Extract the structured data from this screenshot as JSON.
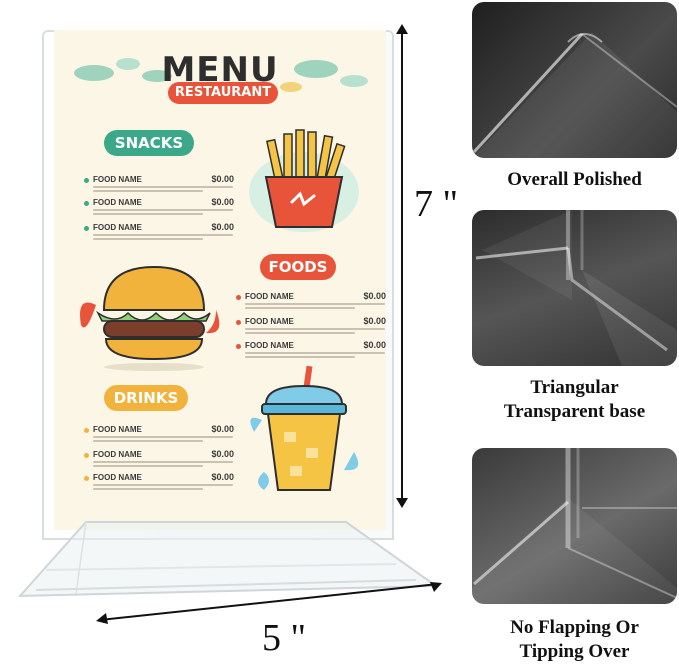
{
  "menu": {
    "title": "MENU",
    "subtitle": "RESTAURANT",
    "sections": [
      {
        "label": "SNACKS",
        "color": "#3aa889"
      },
      {
        "label": "FOODS",
        "color": "#e8543a"
      },
      {
        "label": "DRINKS",
        "color": "#f2b33d"
      }
    ],
    "snacks_items": [
      {
        "name": "FOOD NAME",
        "price": "$0.00"
      },
      {
        "name": "FOOD NAME",
        "price": "$0.00"
      },
      {
        "name": "FOOD NAME",
        "price": "$0.00"
      }
    ],
    "foods_items": [
      {
        "name": "FOOD NAME",
        "price": "$0.00"
      },
      {
        "name": "FOOD NAME",
        "price": "$0.00"
      },
      {
        "name": "FOOD NAME",
        "price": "$0.00"
      }
    ],
    "drinks_items": [
      {
        "name": "FOOD NAME",
        "price": "$0.00"
      },
      {
        "name": "FOOD NAME",
        "price": "$0.00"
      },
      {
        "name": "FOOD NAME",
        "price": "$0.00"
      }
    ]
  },
  "dimensions": {
    "height": "7 \"",
    "width": "5 \""
  },
  "features": [
    {
      "caption_line1": "Overall Polished",
      "caption_line2": ""
    },
    {
      "caption_line1": "Triangular",
      "caption_line2": "Transparent base"
    },
    {
      "caption_line1": "No Flapping Or",
      "caption_line2": "Tipping Over"
    }
  ],
  "colors": {
    "accent_red": "#e8543a",
    "accent_green": "#3aa889",
    "accent_yellow": "#f2b33d",
    "card_bg": "#fbf6e6"
  }
}
